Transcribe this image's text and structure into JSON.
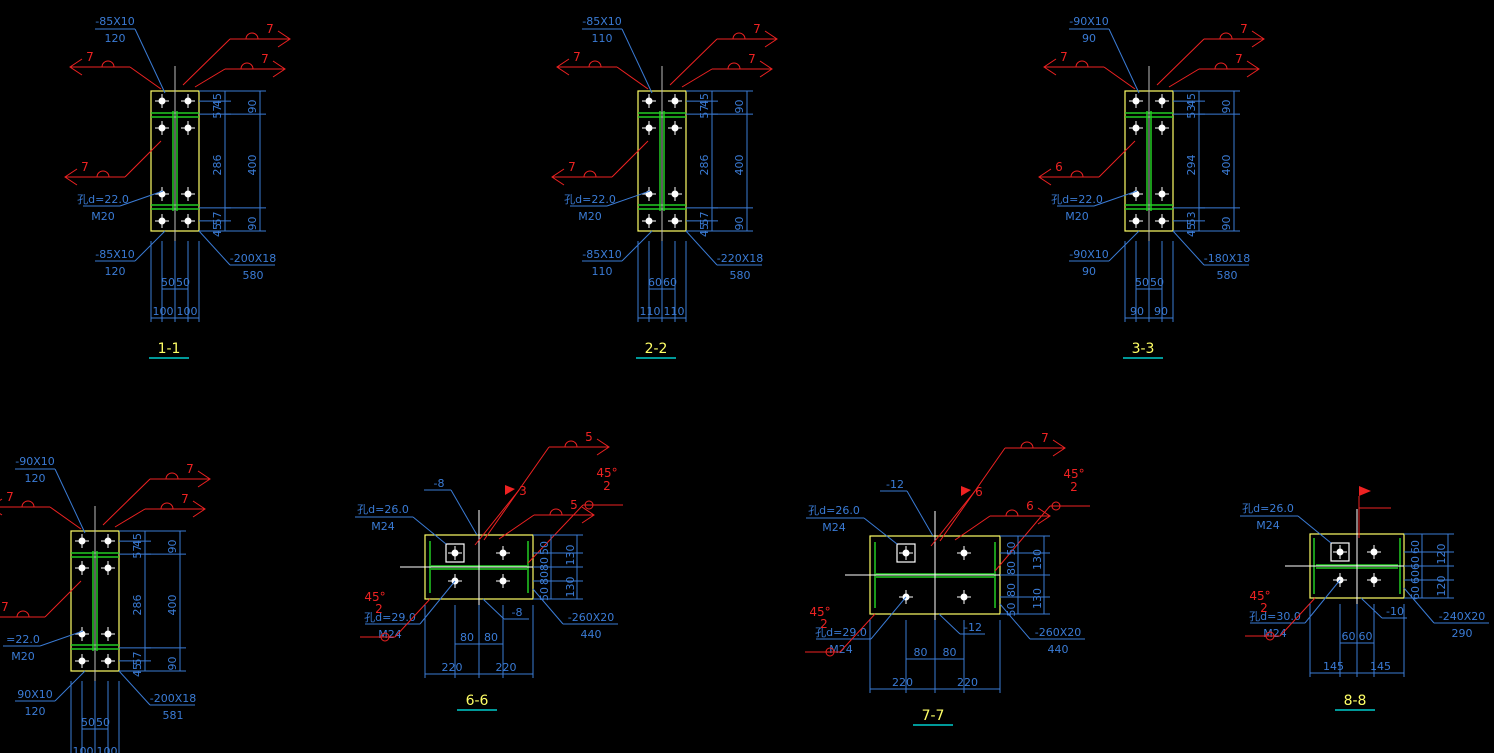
{
  "colors": {
    "background": "#000000",
    "plate": "#ffff66",
    "stiffener": "#22cc22",
    "weld": "#ee2222",
    "dimension": "#3a7bd5",
    "leader": "#bbbbbb",
    "bolt": "#ffffff",
    "title": "#ffff66",
    "title_underline": "#00cccc"
  },
  "sections": [
    {
      "title": "1-1",
      "top_plate": [
        "-85X10",
        "120"
      ],
      "bottom_plate": [
        "-85X10",
        "120"
      ],
      "main_plate": [
        "-200X18",
        "580"
      ],
      "hole": [
        "孔d=22.0",
        "M20"
      ],
      "welds": [
        "7",
        "7",
        "7",
        "7"
      ],
      "vdims": [
        "45",
        "57",
        "286",
        "57",
        "45"
      ],
      "vdims_outer": [
        "90",
        "400",
        "90"
      ],
      "hdims_inner": [
        "50",
        "50"
      ],
      "hdims_outer": [
        "100",
        "100"
      ]
    },
    {
      "title": "2-2",
      "top_plate": [
        "-85X10",
        "110"
      ],
      "bottom_plate": [
        "-85X10",
        "110"
      ],
      "main_plate": [
        "-220X18",
        "580"
      ],
      "hole": [
        "孔d=22.0",
        "M20"
      ],
      "welds": [
        "7",
        "7",
        "7",
        "7"
      ],
      "vdims": [
        "45",
        "57",
        "286",
        "57",
        "45"
      ],
      "vdims_outer": [
        "90",
        "400",
        "90"
      ],
      "hdims_inner": [
        "60",
        "60"
      ],
      "hdims_outer": [
        "110",
        "110"
      ]
    },
    {
      "title": "3-3",
      "top_plate": [
        "-90X10",
        "90"
      ],
      "bottom_plate": [
        "-90X10",
        "90"
      ],
      "main_plate": [
        "-180X18",
        "580"
      ],
      "hole": [
        "孔d=22.0",
        "M20"
      ],
      "welds": [
        "7",
        "7",
        "7",
        "6"
      ],
      "vdims": [
        "45",
        "53",
        "294",
        "53",
        "45"
      ],
      "vdims_outer": [
        "90",
        "400",
        "90"
      ],
      "hdims_inner": [
        "50",
        "50"
      ],
      "hdims_outer": [
        "90",
        "90"
      ]
    },
    {
      "title": "",
      "top_plate": [
        "-90X10",
        "120"
      ],
      "bottom_plate": [
        "90X10",
        "120"
      ],
      "main_plate": [
        "-200X18",
        "581"
      ],
      "hole": [
        "=22.0",
        "M20"
      ],
      "welds": [
        "7",
        "7",
        "7",
        "7"
      ],
      "vdims": [
        "45",
        "57",
        "286",
        "57",
        "45"
      ],
      "vdims_outer": [
        "90",
        "400",
        "90"
      ],
      "hdims_inner": [
        "50",
        "50"
      ],
      "hdims_outer": [
        "100",
        "100"
      ]
    }
  ],
  "sections_h": [
    {
      "title": "6-6",
      "hole_top": [
        "孔d=26.0",
        "M24"
      ],
      "hole_bottom": [
        "孔d=29.0",
        "M24"
      ],
      "web_top": "-8",
      "web_bottom": "-8",
      "plate": [
        "-260X20",
        "440"
      ],
      "welds": [
        "5",
        "5",
        "3"
      ],
      "angle1": [
        "45°",
        "2"
      ],
      "angle2": [
        "45°",
        "2"
      ],
      "vdims": [
        "50",
        "80",
        "80",
        "50"
      ],
      "vdims_outer": [
        "130",
        "130"
      ],
      "hdims_inner": [
        "80",
        "80"
      ],
      "hdims_outer": [
        "220",
        "220"
      ]
    },
    {
      "title": "7-7",
      "hole_top": [
        "孔d=26.0",
        "M24"
      ],
      "hole_bottom": [
        "孔d=29.0",
        "M24"
      ],
      "web_top": "-12",
      "web_bottom": "-12",
      "plate": [
        "-260X20",
        "440"
      ],
      "welds": [
        "7",
        "6",
        "6"
      ],
      "angle1": [
        "45°",
        "2"
      ],
      "angle2": [
        "45°",
        "2"
      ],
      "vdims": [
        "50",
        "80",
        "80",
        "50"
      ],
      "vdims_outer": [
        "130",
        "130"
      ],
      "hdims_inner": [
        "80",
        "80"
      ],
      "hdims_outer": [
        "220",
        "220"
      ]
    },
    {
      "title": "8-8",
      "hole_top": [
        "孔d=26.0",
        "M24"
      ],
      "hole_bottom": [
        "孔d=30.0",
        "M24"
      ],
      "web_bottom": "-10",
      "plate": [
        "-240X20",
        "290"
      ],
      "angle1": [
        "45°",
        "2"
      ],
      "vdims": [
        "60",
        "60",
        "60",
        "60"
      ],
      "vdims_outer": [
        "120",
        "120"
      ],
      "hdims_inner": [
        "60",
        "60"
      ],
      "hdims_outer": [
        "145",
        "145"
      ]
    }
  ]
}
